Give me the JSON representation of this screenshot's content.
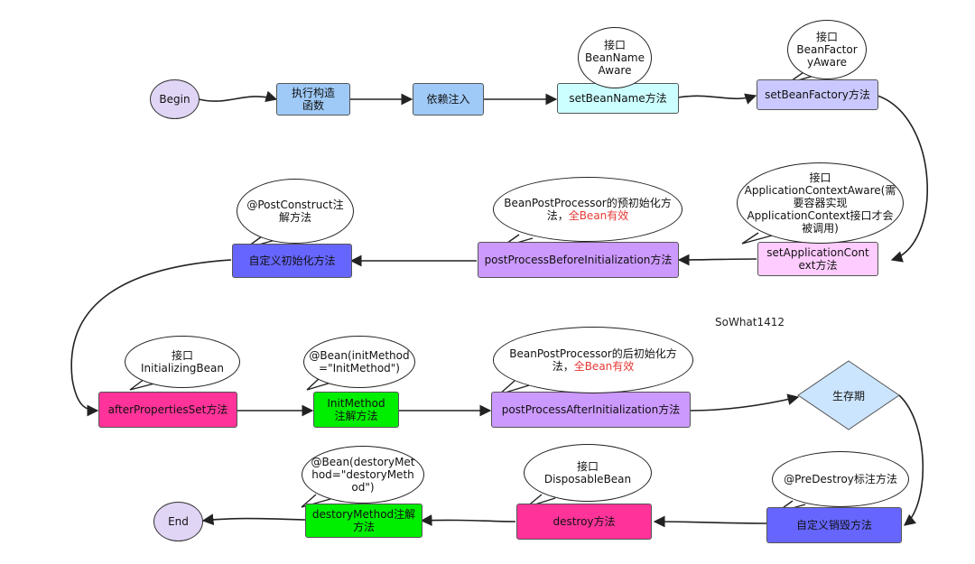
{
  "nodes": {
    "begin": "Begin",
    "constructor": "执行构造\n函数",
    "inject": "依赖注入",
    "setBeanName": "setBeanName方法",
    "setBeanFactory": "setBeanFactory方法",
    "setAppContext": "setApplicationCont\next方法",
    "postBefore": "postProcessBeforeInitialization方法",
    "customInit": "自定义初始化方法",
    "afterProps": "afterPropertiesSet方法",
    "initMethod": "InitMethod\n注解方法",
    "postAfter": "postProcessAfterInitialization方法",
    "lifetime": "生存期",
    "customDestroy": "自定义销毁方法",
    "destroy": "destroy方法",
    "destroyMethod": "destoryMethod注解\n方法",
    "end": "End"
  },
  "bubbles": {
    "beanNameAware": "接口\nBeanName\nAware",
    "beanFactoryAware": "接口\nBeanFactor\nyAware",
    "appContextAware": "接口\nApplicationContextAware(需\n要容器实现\nApplicationContext接口才会\n被调用)",
    "postBefore_main": "BeanPostProcessor的预初始化方\n法，",
    "postBefore_highlight": "全Bean有效",
    "postConstruct": "@PostConstruct注\n解方法",
    "initializingBean": "接口\nInitializingBean",
    "beanInitMethod": "@Bean(initMethod\n=\"InitMethod\")",
    "postAfter_main": "BeanPostProcessor的后初始化方\n法，",
    "postAfter_highlight": "全Bean有效",
    "preDestroy": "@PreDestroy标注方法",
    "disposableBean": "接口DisposableBean",
    "beanDestroyMethod": "@Bean(destoryMet\nhod=\"destoryMeth\nod\")"
  },
  "watermark": "SoWhat1412",
  "colors": {
    "begin": "#e1d5f5",
    "end": "#e1d5f5",
    "lightBlue": "#9fcaf7",
    "cyan": "#ccffff",
    "periwinkle": "#c9c9ff",
    "pink": "#ffccff",
    "purple": "#cc99ff",
    "blue": "#6666ff",
    "magenta": "#ff3399",
    "green": "#00ee00",
    "diamond": "#cce5ff",
    "highlight": "#e53935"
  }
}
